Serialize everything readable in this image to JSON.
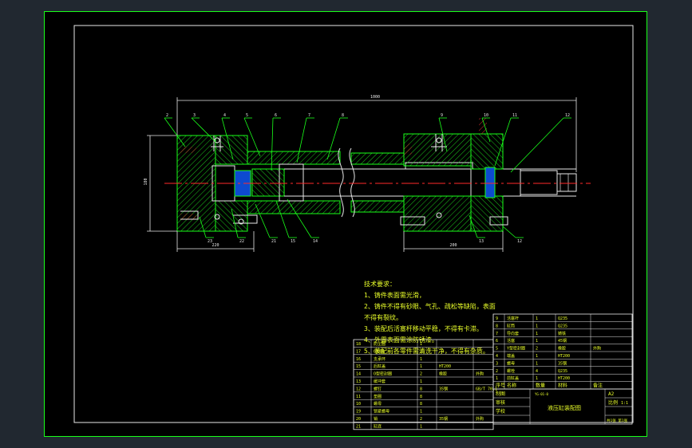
{
  "drawing": {
    "overall_length": "1000",
    "height": "180",
    "left_len": "220",
    "right_len": "200",
    "balloons_top": [
      "2",
      "3",
      "4",
      "5",
      "6",
      "7",
      "8",
      "9",
      "10",
      "11",
      "12"
    ],
    "balloons_bottom": [
      "23",
      "22",
      "21",
      "15",
      "14",
      "13",
      "12"
    ]
  },
  "tech": {
    "title": "技术要求：",
    "items": [
      "1、铸件表面需光滑，",
      "2、铸件不得有砂眼、气孔、疏松等缺陷，表面",
      "   不得有裂纹。",
      "3、装配后活塞杆移动平稳，不得有卡滞。",
      "4、外露表面需涂防锈漆。",
      "5、装配前各零件需清洗干净，不得有杂质。"
    ]
  },
  "right_table": {
    "rows": [
      [
        "9",
        "活塞杆",
        "1",
        "Q235",
        ""
      ],
      [
        "8",
        "缸筒",
        "1",
        "Q235",
        ""
      ],
      [
        "7",
        "导向套",
        "1",
        "铸铁",
        ""
      ],
      [
        "6",
        "活塞",
        "1",
        "45钢",
        ""
      ],
      [
        "5",
        "Y型密封圈",
        "2",
        "橡胶",
        "外购"
      ],
      [
        "4",
        "端盖",
        "1",
        "HT200",
        ""
      ],
      [
        "3",
        "螺母",
        "1",
        "35钢",
        ""
      ],
      [
        "2",
        "螺栓",
        "4",
        "Q235",
        ""
      ],
      [
        "1",
        "前缸盖",
        "1",
        "HT200",
        ""
      ]
    ],
    "header": [
      "序号",
      "名称",
      "数量",
      "材料",
      "备注"
    ],
    "title": "液压缸装配图",
    "scale_label": "比例",
    "scale": "1:1",
    "drawn": "制图",
    "checked": "审核",
    "school": "学校",
    "sheet": "共1张 第1张",
    "drawing_no": "YG-01-0",
    "size": "A2"
  },
  "left_table": {
    "rows": [
      [
        "18",
        "防尘圈",
        "1",
        "",
        ""
      ],
      [
        "17",
        "O型圈",
        "2",
        "",
        ""
      ],
      [
        "16",
        "支承环",
        "1",
        "",
        ""
      ],
      [
        "15",
        "后缸盖",
        "1",
        "HT200",
        ""
      ],
      [
        "14",
        "O型密封圈",
        "2",
        "橡胶",
        "外购"
      ],
      [
        "13",
        "缓冲套",
        "1",
        "",
        ""
      ],
      [
        "12",
        "螺钉",
        "8",
        "35钢",
        "GB/T 70.1"
      ],
      [
        "11",
        "垫圈",
        "8",
        "",
        ""
      ],
      [
        "10",
        "螺母",
        "8",
        "",
        ""
      ],
      [
        "19",
        "锁紧螺母",
        "1",
        "",
        ""
      ],
      [
        "20",
        "销",
        "2",
        "35钢",
        "外购"
      ],
      [
        "21",
        "缸底",
        "1",
        "",
        ""
      ]
    ]
  }
}
